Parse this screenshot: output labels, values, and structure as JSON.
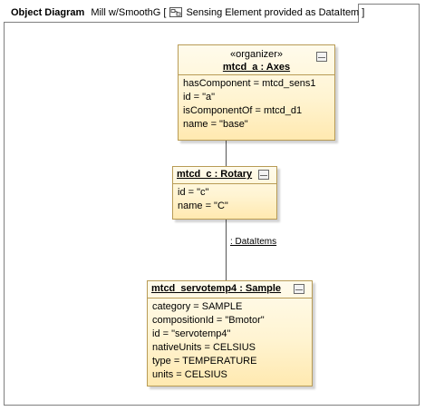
{
  "frame": {
    "kind": "Object Diagram",
    "name": "Mill w/SmoothG [",
    "context": "Sensing Element provided as DataItem ]",
    "context_icon": "diagram-icon"
  },
  "nodes": {
    "axes": {
      "stereotype": "«organizer»",
      "title": "mtcd_a : Axes",
      "slots": [
        "hasComponent = mtcd_sens1",
        "id = \"a\"",
        "isComponentOf = mtcd_d1",
        "name = \"base\""
      ]
    },
    "rotary": {
      "title": "mtcd_c : Rotary",
      "slots": [
        "id = \"c\"",
        "name = \"C\""
      ]
    },
    "sample": {
      "title": "mtcd_servotemp4 : Sample",
      "slots": [
        "category = SAMPLE",
        "compositionId = \"Bmotor\"",
        "id = \"servotemp4\"",
        "nativeUnits = CELSIUS",
        "type = TEMPERATURE",
        "units = CELSIUS"
      ]
    }
  },
  "links": {
    "rotary_sample_label": ": DataItems"
  },
  "colors": {
    "node_border": "#b89b55",
    "node_fill_top": "#fffbec",
    "node_fill_bottom": "#ffe9b0",
    "frame_border": "#7f7f7f"
  }
}
